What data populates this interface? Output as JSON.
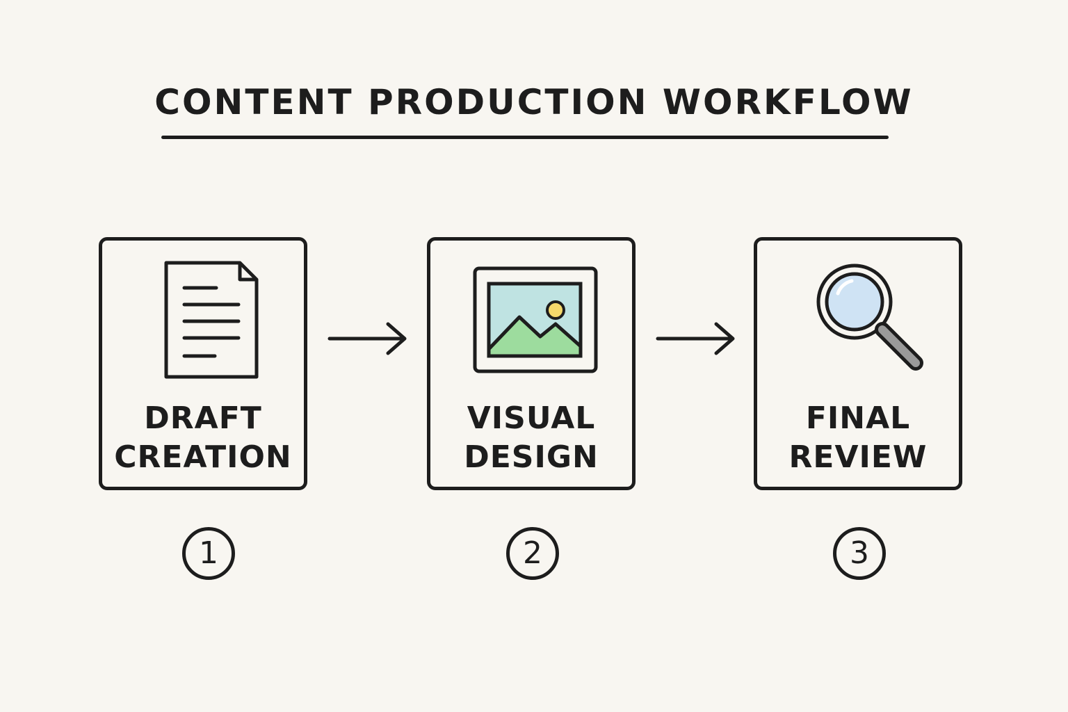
{
  "title": "CONTENT PRODUCTION WORKFLOW",
  "colors": {
    "ink": "#1d1d1d",
    "background": "#f8f6f1",
    "image_sky": "#bfe3e2",
    "image_hills": "#9ddc9e",
    "image_sun": "#f5d96b",
    "lens": "#cfe3f4",
    "handle": "#9a9a9a"
  },
  "steps": [
    {
      "number": "1",
      "label_line1": "DRAFT",
      "label_line2": "CREATION",
      "icon": "document-icon"
    },
    {
      "number": "2",
      "label_line1": "VISUAL",
      "label_line2": "DESIGN",
      "icon": "image-icon"
    },
    {
      "number": "3",
      "label_line1": "FINAL",
      "label_line2": "REVIEW",
      "icon": "magnifier-icon"
    }
  ]
}
